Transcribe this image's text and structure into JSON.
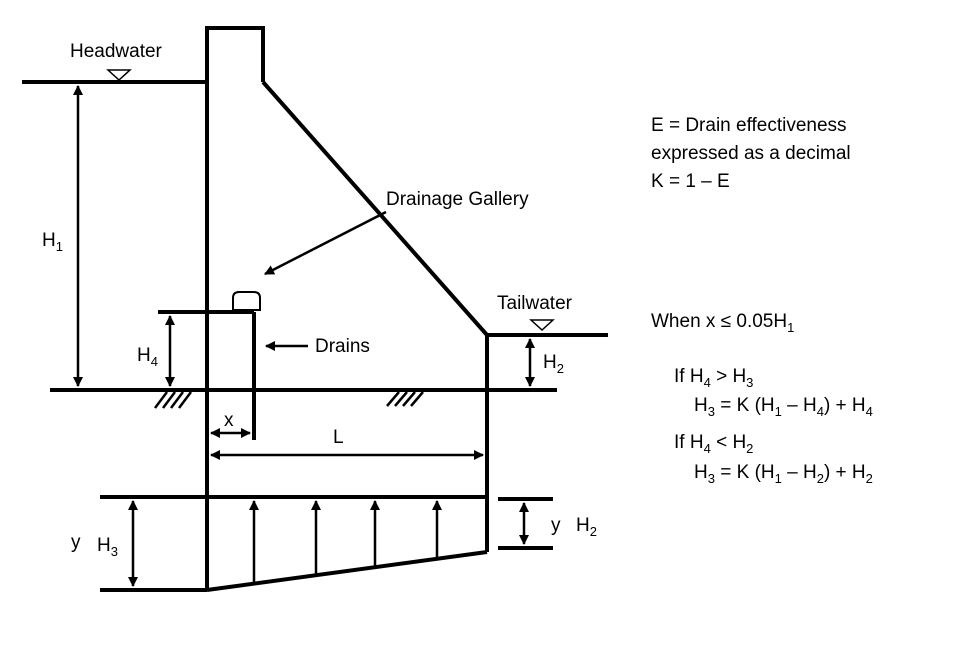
{
  "labels": {
    "headwater": "Headwater",
    "tailwater": "Tailwater",
    "drainage_gallery": "Drainage Gallery",
    "drains": "Drains",
    "h1": "H",
    "h1_sub": "1",
    "h2": "H",
    "h2_sub": "2",
    "h4": "H",
    "h4_sub": "4",
    "h3": "H",
    "h3_sub": "3",
    "x": "x",
    "L": "L",
    "y_left": "y",
    "y_right": "y"
  },
  "notes": {
    "line1": "E = Drain effectiveness",
    "line2": "expressed as a decimal",
    "line3": "K = 1 – E"
  },
  "conditions": {
    "when": "When x ≤ 0.05H",
    "when_sub": "1",
    "if1_a": "If H",
    "if1_a_sub": "4",
    "if1_b": " > H",
    "if1_b_sub": "3",
    "eq1_a": "H",
    "eq1_a_sub": "3",
    "eq1_b": " = K (H",
    "eq1_b_sub": "1",
    "eq1_c": " – H",
    "eq1_c_sub": "4",
    "eq1_d": ") + H",
    "eq1_d_sub": "4",
    "if2_a": "If H",
    "if2_a_sub": "4",
    "if2_b": " < H",
    "if2_b_sub": "2",
    "eq2_a": "H",
    "eq2_a_sub": "3",
    "eq2_b": " = K (H",
    "eq2_b_sub": "1",
    "eq2_c": " – H",
    "eq2_c_sub": "2",
    "eq2_d": ") + H",
    "eq2_d_sub": "2"
  }
}
